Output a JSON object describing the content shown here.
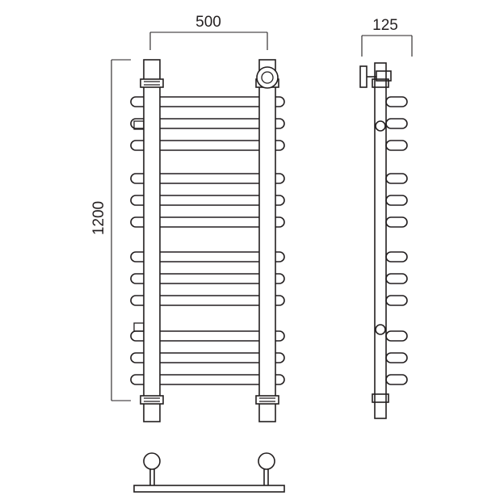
{
  "dimensions": {
    "width_label": "500",
    "depth_label": "125",
    "height_label": "1200"
  },
  "views": [
    "front-view",
    "side-view",
    "top-view"
  ],
  "towel_rail": {
    "rung_groups": [
      3,
      3,
      3,
      3
    ],
    "rung_count": 12
  },
  "colors": {
    "line": "#231f20",
    "background": "#ffffff"
  }
}
